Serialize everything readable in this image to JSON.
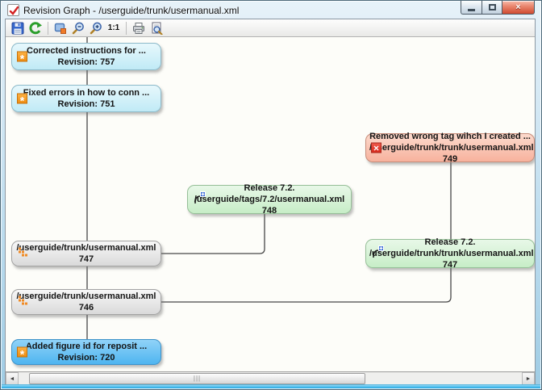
{
  "window": {
    "title": "Revision Graph - /userguide/trunk/usermanual.xml",
    "app_icon": "tortoisesvn-revision-graph",
    "controls": {
      "minimize": "",
      "maximize": "",
      "close_glyph": "×"
    }
  },
  "toolbar": {
    "buttons": [
      "save",
      "refresh",
      "overview",
      "zoom-out",
      "zoom-in",
      "zoom-100",
      "print",
      "print-preview"
    ],
    "zoom_level": "1:1"
  },
  "icons": {
    "modified_glyph": "*",
    "deleted_glyph": "×"
  },
  "colors": {
    "node_modified_trunk": "#c0eaf6",
    "node_tag_copy": "#c7edc7",
    "node_deleted": "#f7b29d",
    "node_path": "#dadada",
    "node_base_revision": "#4eb5f0",
    "edge": "#474747",
    "frame_bottom": "#1ea6e2"
  },
  "graph": {
    "nodes": [
      {
        "revision": 757,
        "kind": "modified",
        "line1": "Corrected instructions for ...",
        "line2": "Revision: 757"
      },
      {
        "revision": 751,
        "kind": "modified",
        "line1": "Fixed errors in how to conn ...",
        "line2": "Revision: 751"
      },
      {
        "revision": 749,
        "kind": "deleted",
        "line1": "Removed wrong tag wihch I created ...",
        "line2": "/userguide/trunk/trunk/usermanual.xml 749"
      },
      {
        "revision": 748,
        "kind": "added-with-history",
        "line1": "Release 7.2.",
        "line2": "/userguide/tags/7.2/usermanual.xml 748"
      },
      {
        "revision": 747,
        "kind": "added-with-history",
        "line1": "Release 7.2.",
        "line2": "/userguide/trunk/trunk/usermanual.xml 747"
      },
      {
        "revision": 747,
        "kind": "path",
        "line1": "/userguide/trunk/usermanual.xml 747",
        "line2": ""
      },
      {
        "revision": 746,
        "kind": "path",
        "line1": "/userguide/trunk/usermanual.xml 746",
        "line2": ""
      },
      {
        "revision": 720,
        "kind": "modified",
        "line1": "Added figure id for reposit ...",
        "line2": "Revision: 720"
      }
    ]
  },
  "scrollbar": {
    "left_arrow": "◄",
    "right_arrow": "►",
    "grip": "|||"
  }
}
